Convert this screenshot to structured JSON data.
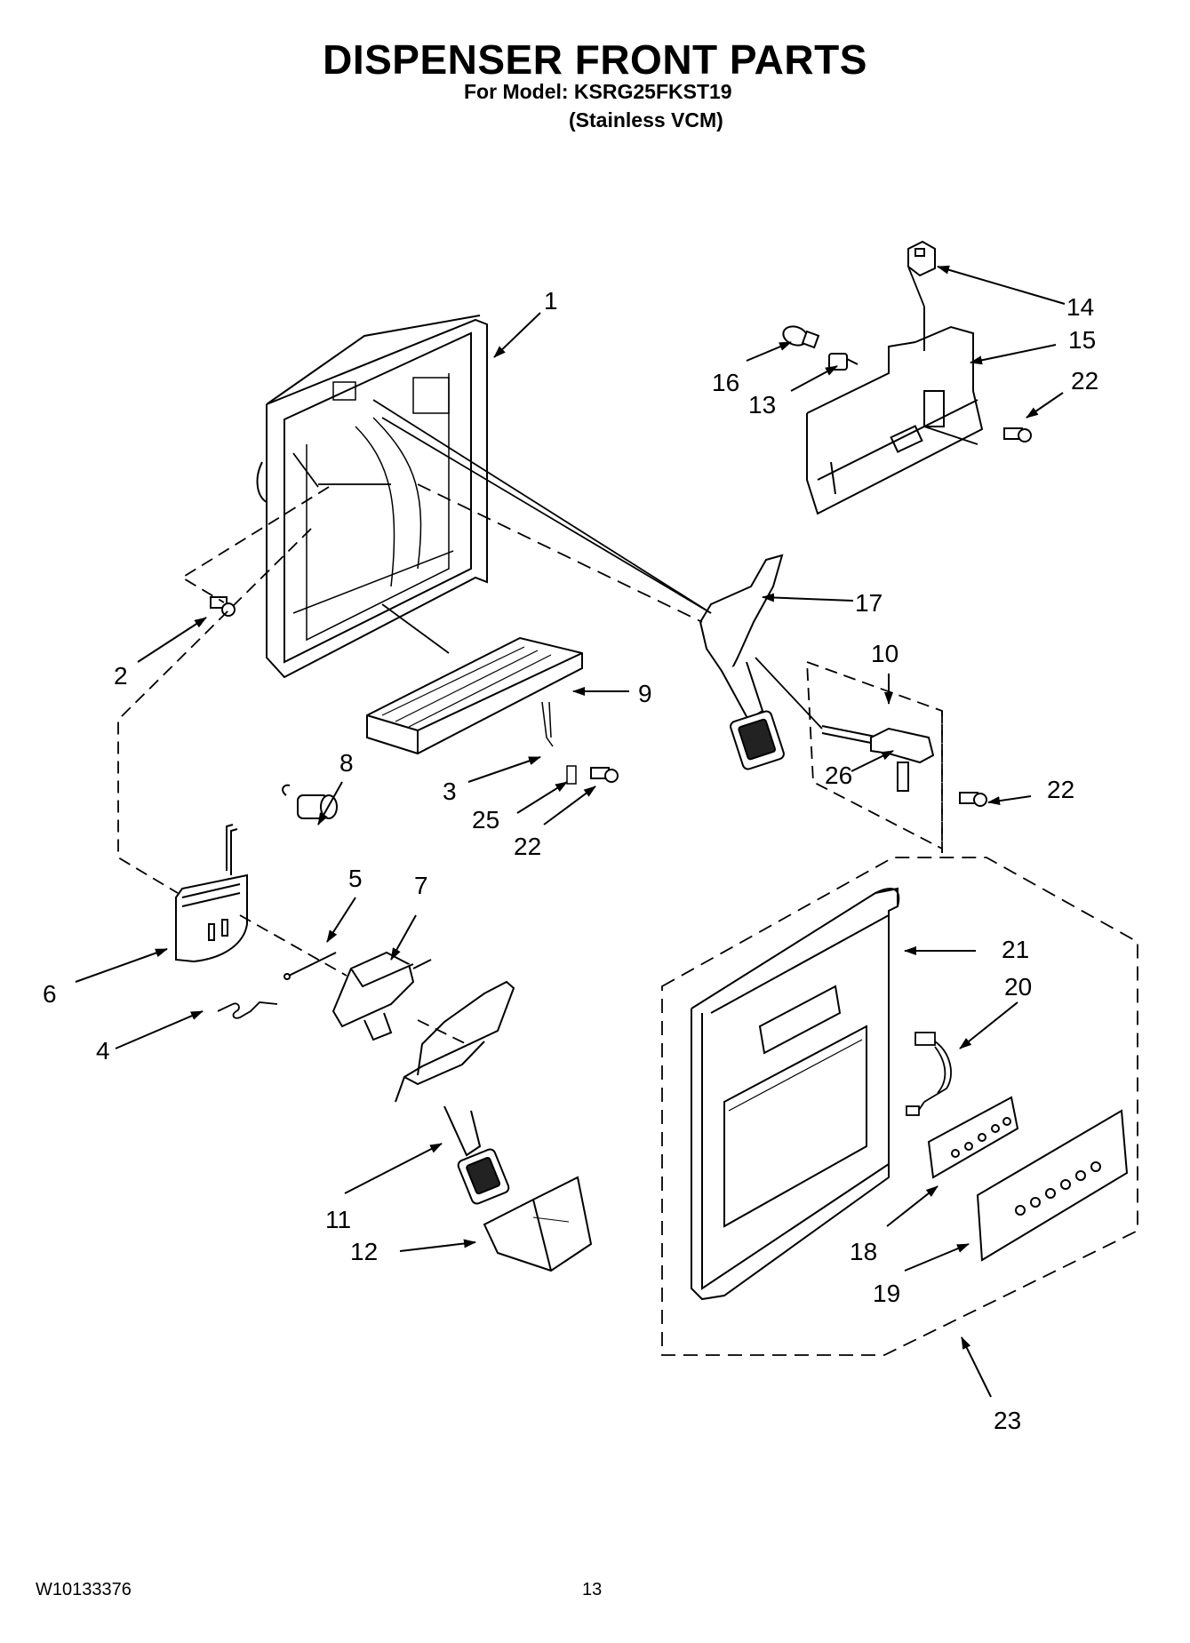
{
  "header": {
    "title": "DISPENSER FRONT PARTS",
    "model_line": "For Model: KSRG25FKST19",
    "finish_line": "(Stainless VCM)"
  },
  "footer": {
    "doc_number": "W10133376",
    "page_number": "13"
  },
  "callouts": [
    "1",
    "2",
    "3",
    "4",
    "5",
    "6",
    "7",
    "8",
    "9",
    "10",
    "11",
    "12",
    "13",
    "14",
    "15",
    "16",
    "17",
    "18",
    "19",
    "20",
    "21",
    "22",
    "22",
    "22",
    "23",
    "25",
    "26"
  ]
}
